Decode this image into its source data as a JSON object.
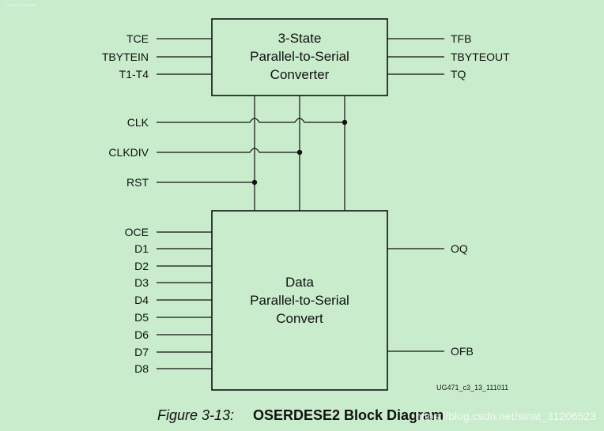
{
  "header_tiny": "UG471 c3 13 111011",
  "top_block": {
    "title_lines": [
      "3-State",
      "Parallel-to-Serial",
      "Converter"
    ],
    "inputs": [
      "TCE",
      "TBYTEIN",
      "T1-T4"
    ],
    "outputs": [
      "TFB",
      "TBYTEOUT",
      "TQ"
    ]
  },
  "clock_signals": [
    "CLK",
    "CLKDIV",
    "RST"
  ],
  "bottom_block": {
    "title_lines": [
      "Data",
      "Parallel-to-Serial",
      "Convert"
    ],
    "inputs": [
      "OCE",
      "D1",
      "D2",
      "D3",
      "D4",
      "D5",
      "D6",
      "D7",
      "D8"
    ],
    "outputs": [
      "OQ",
      "OFB"
    ]
  },
  "reference_id": "UG471_c3_13_111011",
  "caption": {
    "figure": "Figure 3-13:",
    "title": "OSERDESE2 Block Diagram"
  },
  "watermark": "https://blog.csdn.net/sinat_31206523"
}
